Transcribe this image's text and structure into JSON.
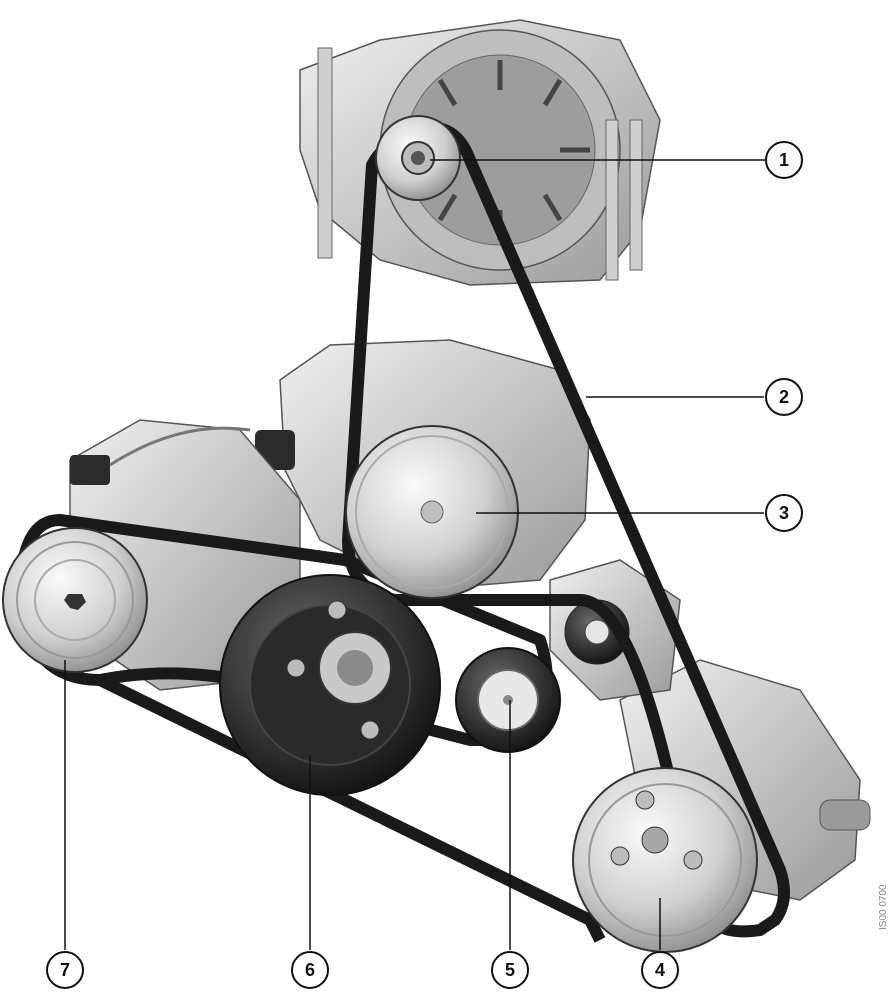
{
  "callouts": [
    {
      "number": "1",
      "component": "alternator-pulley"
    },
    {
      "number": "2",
      "component": "drive-belt"
    },
    {
      "number": "3",
      "component": "vacuum-pump-pulley"
    },
    {
      "number": "4",
      "component": "power-steering-pump-pulley"
    },
    {
      "number": "5",
      "component": "tensioner-pulley"
    },
    {
      "number": "6",
      "component": "crankshaft-pulley"
    },
    {
      "number": "7",
      "component": "ac-compressor-pulley"
    }
  ],
  "figure_code": "IS00 0700",
  "colors": {
    "belt": "#1a1a1a",
    "metal": "#c9c9c9",
    "dark_metal": "#3a3a3a",
    "callout_stroke": "#111111",
    "background": "#ffffff"
  }
}
